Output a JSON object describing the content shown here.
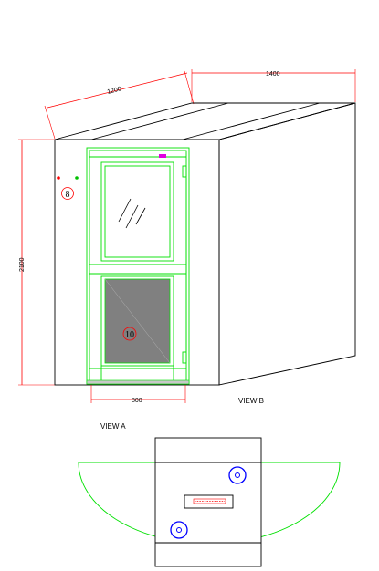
{
  "dimensions": {
    "depth": "1200",
    "width_top": "1400",
    "height": "2100",
    "door_width": "800"
  },
  "callouts": {
    "item_8": "8",
    "item_10": "10"
  },
  "views": {
    "view_a": "VIEW A",
    "view_b": "VIEW B"
  },
  "colors": {
    "outline": "#000000",
    "dimension_line": "#ff0000",
    "door_frame": "#00e000",
    "window_fill": "#808080",
    "button_blue": "#0000ff",
    "indicator_magenta": "#e000e0"
  }
}
